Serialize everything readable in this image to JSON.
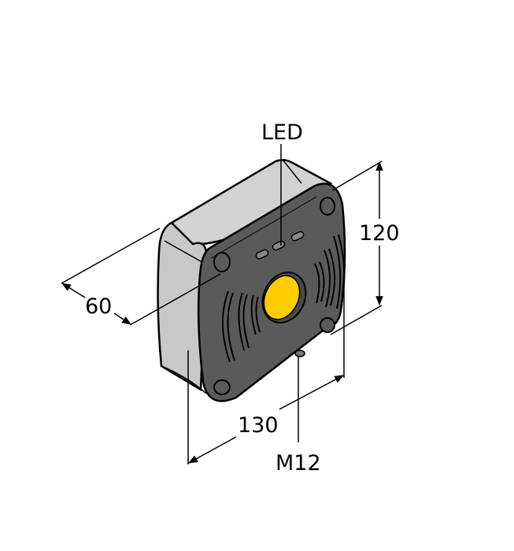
{
  "diagram": {
    "title": "Sensor housing dimension drawing",
    "colors": {
      "housing_light": "#c8c8c8",
      "housing_top": "#d2d2d2",
      "face_dark": "#5a5a5a",
      "lens_yellow": "#ffcc00",
      "outline": "#000000"
    },
    "labels": {
      "led": "LED",
      "height": "120",
      "depth": "60",
      "width": "130",
      "connector": "M12"
    }
  }
}
